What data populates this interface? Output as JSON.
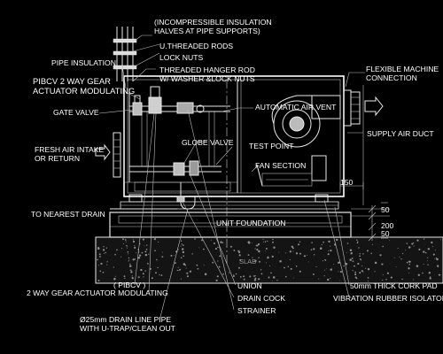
{
  "labels": {
    "insulation_halves": "(INCOMPRESSIBLE  INSULATION\nHALVES AT PIPE SUPPORTS)",
    "threaded_rods": "U.THREADED RODS",
    "lock_nuts": "LOCK NUTS",
    "pipe_insulation": "PIPE INSULATION",
    "hanger_rod": "THREADED HANGER ROD\nW/ WASHER &LOCK NUTS",
    "flexible_connection": "FLEXIBLE MACHINE\nCONNECTION",
    "pibcv_actuator": "PIBCV 2 WAY GEAR\nACTUATOR MODULATING",
    "automatic_air_vent": "AUTOMATIC AIR VENT",
    "gate_valve": "GATE VALVE",
    "supply_air_duct": "SUPPLY AIR DUCT",
    "fresh_air_intake": "FRESH AIR INTAKE\nOR RETURN",
    "globe_valve": "GLOBE VALVE",
    "test_point": "TEST POINT",
    "fan_section": "FAN SECTION",
    "dim_150": "150",
    "to_nearest_drain": "TO NEAREST DRAIN",
    "dim_50_top": "50",
    "unit_foundation": "UNIT FOUNDATION",
    "dim_200": "200",
    "dim_50_bottom": "50",
    "slab": "SLAB",
    "pibcv": "( PIBCV )",
    "gear_actuator": "2 WAY GEAR ACTUATOR MODULATING",
    "union": "UNION",
    "cork_pad": "50mm THICK CORK PAD",
    "drain_cock": "DRAIN COCK",
    "vibration_isolator": "VIBRATION RUBBER ISOLATOR",
    "strainer": "STRAINER",
    "drain_line": "Ø25mm DRAIN LINE PIPE\nWITH U-TRAP/CLEAN OUT"
  },
  "colors": {
    "background": "#000000",
    "linework": "#e8e8e8",
    "text": "#ffffff"
  }
}
